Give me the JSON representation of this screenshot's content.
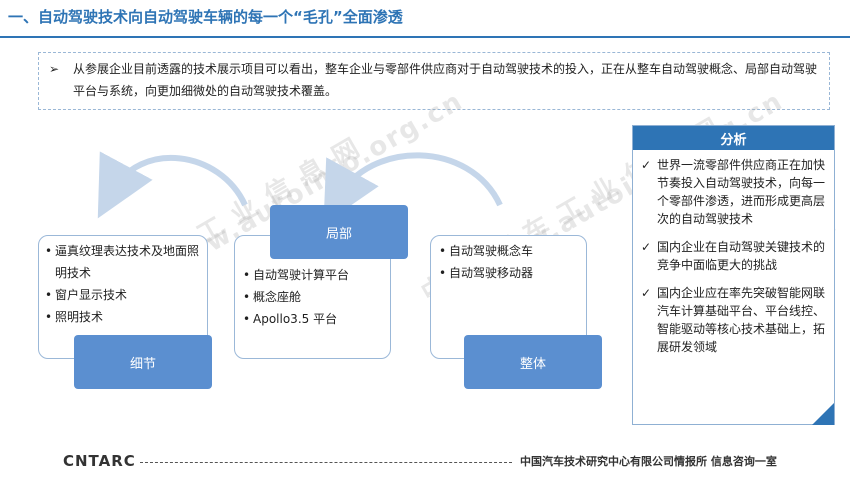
{
  "title": "一、自动驾驶技术向自动驾驶车辆的每一个“毛孔”全面渗透",
  "intro": {
    "bullet": "➢",
    "text": "从参展企业目前透露的技术展示项目可以看出，整车企业与零部件供应商对于自动驾驶技术的投入，正在从整车自动驾驶概念、局部自动驾驶平台与系统，向更加细微处的自动驾驶技术覆盖。"
  },
  "watermarks": [
    "中 国 汽 车 工 业 信 息 网",
    "www.autoinfo.org.cn",
    "中 国 汽 车 工 业 信 息 网",
    "www.autoinfo.org.cn",
    "中 国"
  ],
  "cards": {
    "detail": {
      "label": "细节",
      "items": [
        "逼真纹理表达技术及地面照明技术",
        "窗户显示技术",
        "照明技术"
      ]
    },
    "local": {
      "label": "局部",
      "items": [
        "自动驾驶计算平台",
        "概念座舱",
        "Apollo3.5 平台"
      ]
    },
    "whole": {
      "label": "整体",
      "items": [
        "自动驾驶概念车",
        "自动驾驶移动器"
      ]
    }
  },
  "analysis": {
    "title": "分析",
    "check": "✓",
    "items": [
      "世界一流零部件供应商正在加快节奏投入自动驾驶技术，向每一个零部件渗透，进而形成更高层次的自动驾驶技术",
      "国内企业在自动驾驶关键技术的竞争中面临更大的挑战",
      "国内企业应在率先突破智能网联汽车计算基础平台、平台线控、智能驱动等核心技术基础上，拓展研发领域"
    ]
  },
  "footer": {
    "logo": "CNTARC",
    "text": "中国汽车技术研究中心有限公司情报所   信息咨询一室"
  },
  "colors": {
    "accent": "#2e74b5",
    "pill": "#5b8fd0",
    "card_border": "#9bb8d8",
    "arrow": "#c5d6ea"
  }
}
